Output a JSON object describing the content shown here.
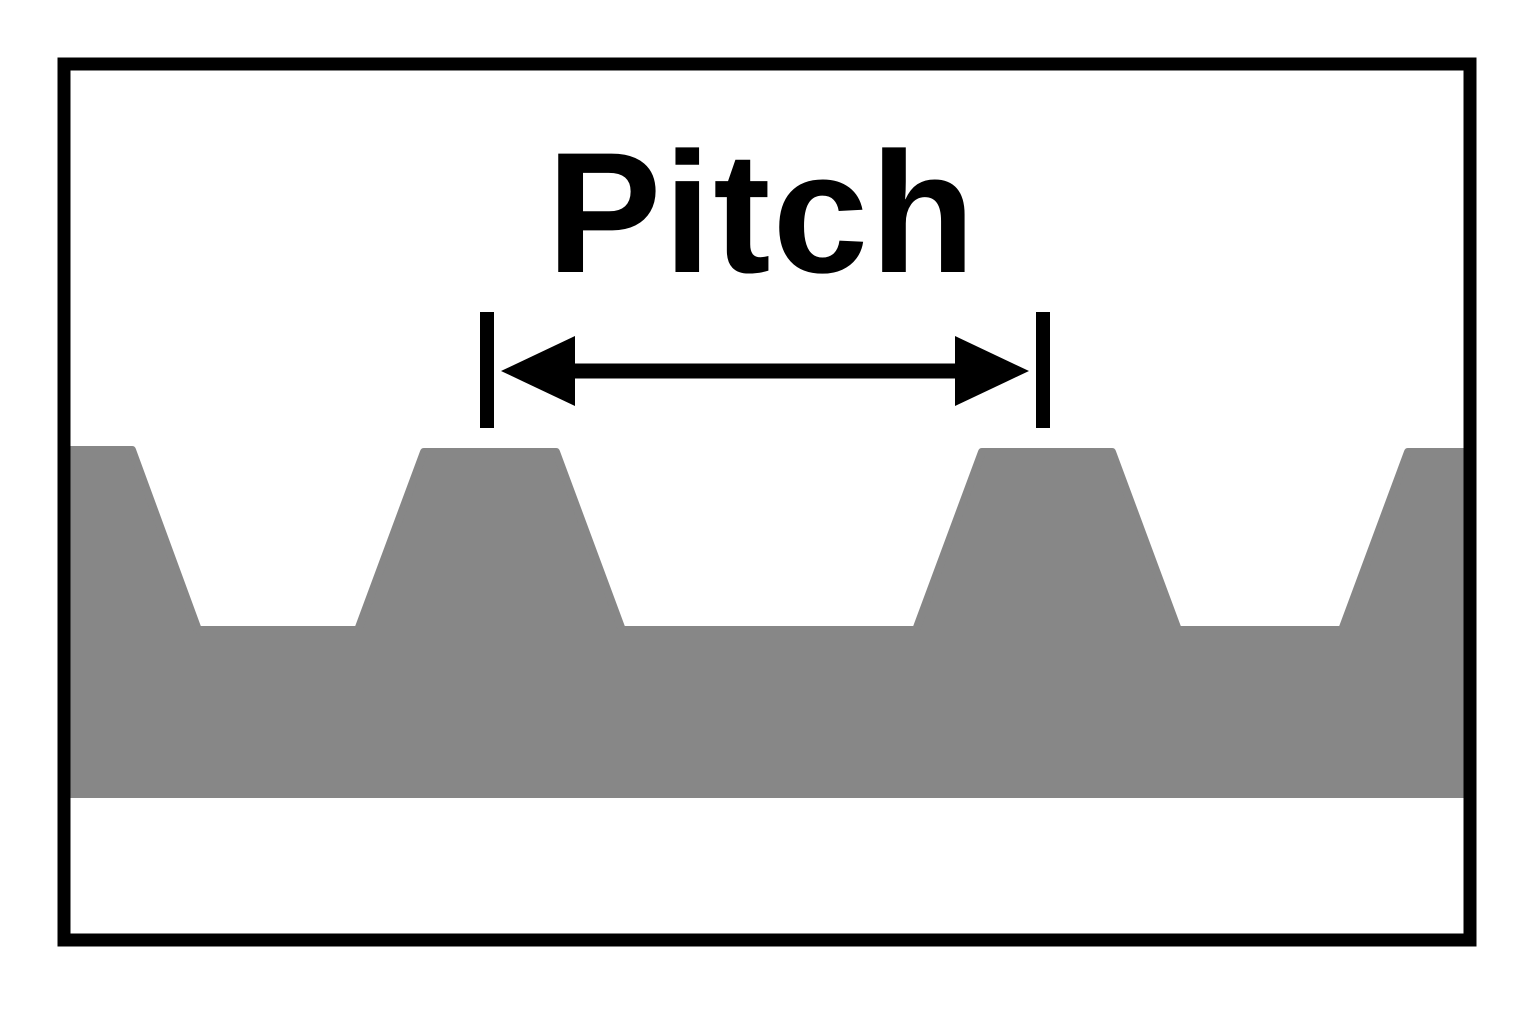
{
  "diagram": {
    "type": "technical-dimension-diagram",
    "subject": "thread-tooth-profile",
    "dimension": {
      "label": "Pitch"
    },
    "colors": {
      "background": "#ffffff",
      "border": "#000000",
      "tooth_fill": "#878787",
      "annotation": "#000000"
    }
  }
}
